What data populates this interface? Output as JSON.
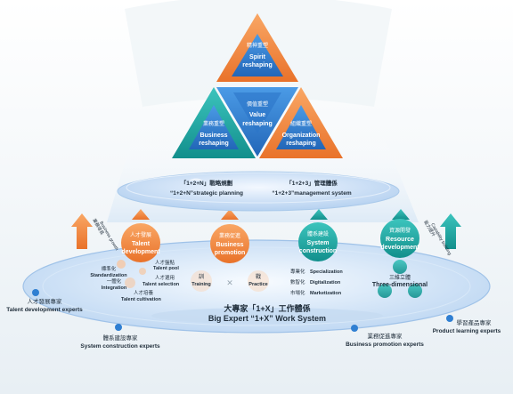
{
  "triangle": {
    "top": {
      "zh": "精神重塑",
      "en1": "Spirit",
      "en2": "reshaping"
    },
    "center": {
      "zh": "價值重塑",
      "en1": "Value",
      "en2": "reshaping"
    },
    "left": {
      "zh": "業務重塑",
      "en1": "Business",
      "en2": "reshaping"
    },
    "right": {
      "zh": "組織重塑",
      "en1": "Organization",
      "en2": "reshaping"
    }
  },
  "platform": {
    "left": {
      "zh": "「1+2+N」戰略規劃",
      "en": "“1+2+N”strategic planning"
    },
    "right": {
      "zh": "「1+2+3」管理體係",
      "en": "“1+2+3”management system"
    }
  },
  "side_arrows": {
    "left": {
      "zh": "業務增長",
      "en": "Business growth"
    },
    "right": {
      "zh": "能力提升",
      "en": "Capability building"
    }
  },
  "pillars": {
    "talent": {
      "zh": "人才發展",
      "en1": "Talent",
      "en2": "development"
    },
    "business": {
      "zh": "業務促進",
      "en1": "Business",
      "en2": "promotion"
    },
    "system": {
      "zh": "體系建設",
      "en1": "System",
      "en2": "construction"
    },
    "resource": {
      "zh": "資源開發",
      "en1": "Resource",
      "en2": "development"
    }
  },
  "talent_items": {
    "pool_zh": "人才盤點",
    "pool_en": "Talent pool",
    "std_zh": "標準化",
    "std_en": "Standardization",
    "int_zh": "一體化",
    "int_en": "Integration",
    "sel_zh": "人才選用",
    "sel_en": "Talent selection",
    "cul_zh": "人才培養",
    "cul_en": "Talent cultivation"
  },
  "business_items": {
    "train_zh": "訓",
    "train_en": "Training",
    "prac_zh": "戰",
    "prac_en": "Practice"
  },
  "system_items": [
    {
      "zh": "專業化",
      "en": "Specialization"
    },
    {
      "zh": "數智化",
      "en": "Digitalization"
    },
    {
      "zh": "市場化",
      "en": "Marketization"
    }
  ],
  "resource_items": {
    "zh": "三維立體",
    "en": "Three-dimensional"
  },
  "base": {
    "zh": "大專家「1+X」工作體係",
    "en": "Big Expert “1+X” Work System"
  },
  "experts": {
    "talent": {
      "zh": "人才發展專家",
      "en": "Talent development experts"
    },
    "system": {
      "zh": "體系建設專家",
      "en": "System construction experts"
    },
    "business": {
      "zh": "業務促進專家",
      "en": "Business promotion experts"
    },
    "learning": {
      "zh": "學習產品專家",
      "en": "Product learning experts"
    }
  },
  "colors": {
    "orange": "#f08a3c",
    "teal": "#1aa9a6",
    "blue": "#2f7fd2",
    "platform": "#bcd6f2"
  }
}
